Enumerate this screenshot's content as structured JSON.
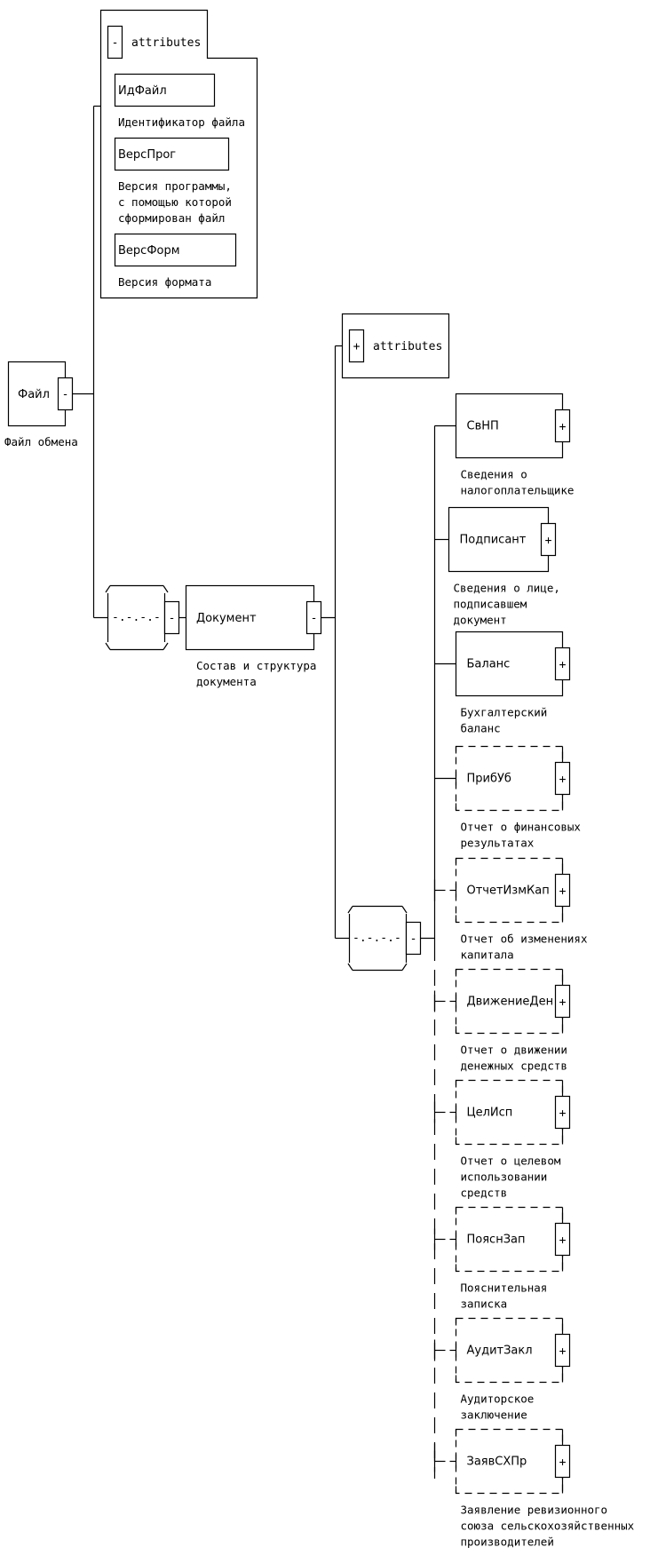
{
  "root": {
    "name": "Файл",
    "description": "Файл обмена",
    "toggle": "-"
  },
  "file_attributes": {
    "label": "attributes",
    "toggle": "-",
    "items": [
      {
        "name": "ИдФайл",
        "description": [
          "Идентификатор файла"
        ]
      },
      {
        "name": "ВерсПрог",
        "description": [
          "Версия программы,",
          "с помощью которой",
          "сформирован файл"
        ]
      },
      {
        "name": "ВерсФорм",
        "description": [
          "Версия формата"
        ]
      }
    ]
  },
  "sequence_compositor": {
    "dots": "-.-.-.-",
    "toggle": "-"
  },
  "document": {
    "name": "Документ",
    "description": [
      "Состав и структура",
      "документа"
    ],
    "toggle": "-"
  },
  "document_attributes": {
    "label": "attributes",
    "toggle": "+"
  },
  "document_children": [
    {
      "name": "СвНП",
      "description": [
        "Сведения о",
        "налогоплательщике"
      ],
      "toggle": "+",
      "optional": false
    },
    {
      "name": "Подписант",
      "description": [
        "Сведения о лице,",
        "подписавшем",
        "документ"
      ],
      "toggle": "+",
      "optional": false
    },
    {
      "name": "Баланс",
      "description": [
        "Бухгалтерский",
        "баланс"
      ],
      "toggle": "+",
      "optional": false
    },
    {
      "name": "ПрибУб",
      "description": [
        "Отчет о финансовых",
        "результатах"
      ],
      "toggle": "+",
      "optional": true
    }
  ],
  "choice_compositor": {
    "dots": "-.-.-.-",
    "toggle": "-"
  },
  "choice_children": [
    {
      "name": "ОтчетИзмКап",
      "description": [
        "Отчет об изменениях",
        "капитала"
      ],
      "toggle": "+",
      "optional": true
    },
    {
      "name": "ДвижениеДен",
      "description": [
        "Отчет о движении",
        "денежных средств"
      ],
      "toggle": "+",
      "optional": true
    },
    {
      "name": "ЦелИсп",
      "description": [
        "Отчет о целевом",
        "использовании",
        "средств"
      ],
      "toggle": "+",
      "optional": true
    },
    {
      "name": "ПояснЗап",
      "description": [
        "Пояснительная",
        "записка"
      ],
      "toggle": "+",
      "optional": true
    },
    {
      "name": "АудитЗакл",
      "description": [
        "Аудиторское",
        "заключение"
      ],
      "toggle": "+",
      "optional": true
    },
    {
      "name": "ЗаявСХПр",
      "description": [
        "Заявление ревизионного",
        "союза сельскохозяйственных",
        "производителей"
      ],
      "toggle": "+",
      "optional": true
    }
  ]
}
